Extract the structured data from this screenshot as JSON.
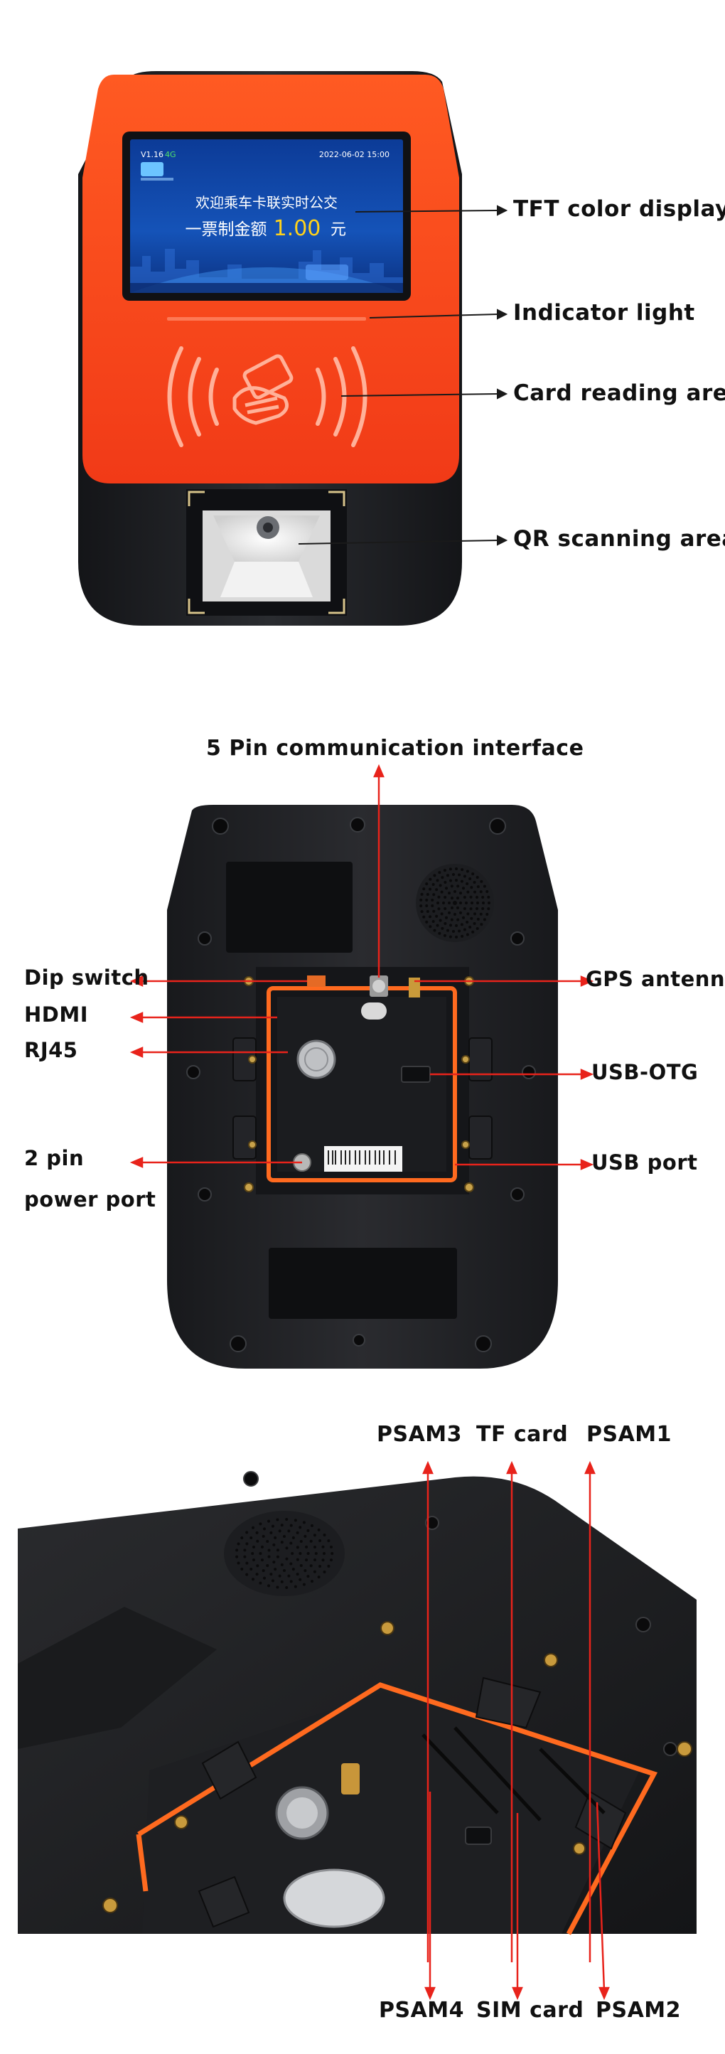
{
  "colors": {
    "accent_red": "#ff3b1f",
    "device_orange": "#ff4a1c",
    "device_black": "#1f2023",
    "arrow_red": "#e8231b",
    "screen_blue": "#0f3f9b",
    "fare_yellow": "#ffd21a",
    "gold_frame": "#c8a64a"
  },
  "front": {
    "screen": {
      "version": "V1.16",
      "network": "4G",
      "datetime": "2022-06-02  15:00",
      "welcome_text": "欢迎乘车卡联实时公交",
      "fare_label": "一票制金额",
      "fare_amount": "1.00",
      "fare_unit": "元"
    },
    "callouts": {
      "tft_display": "TFT color display",
      "indicator_light": "Indicator light",
      "card_reading_area": "Card reading area",
      "qr_scanning_area": "QR scanning area"
    }
  },
  "back": {
    "callouts": {
      "five_pin": "5 Pin communication interface",
      "dip_switch": "Dip switch",
      "hdmi": "HDMI",
      "rj45": "RJ45",
      "two_pin_line1": "2 pin",
      "two_pin_line2": "power port",
      "gps_antenna": "GPS antenna",
      "usb_otg": "USB-OTG",
      "usb_port": "USB port"
    }
  },
  "detail": {
    "callouts": {
      "psam3": "PSAM3",
      "tf_card": "TF card",
      "psam1": "PSAM1",
      "psam4": "PSAM4",
      "sim_card": "SIM card",
      "psam2": "PSAM2"
    }
  }
}
